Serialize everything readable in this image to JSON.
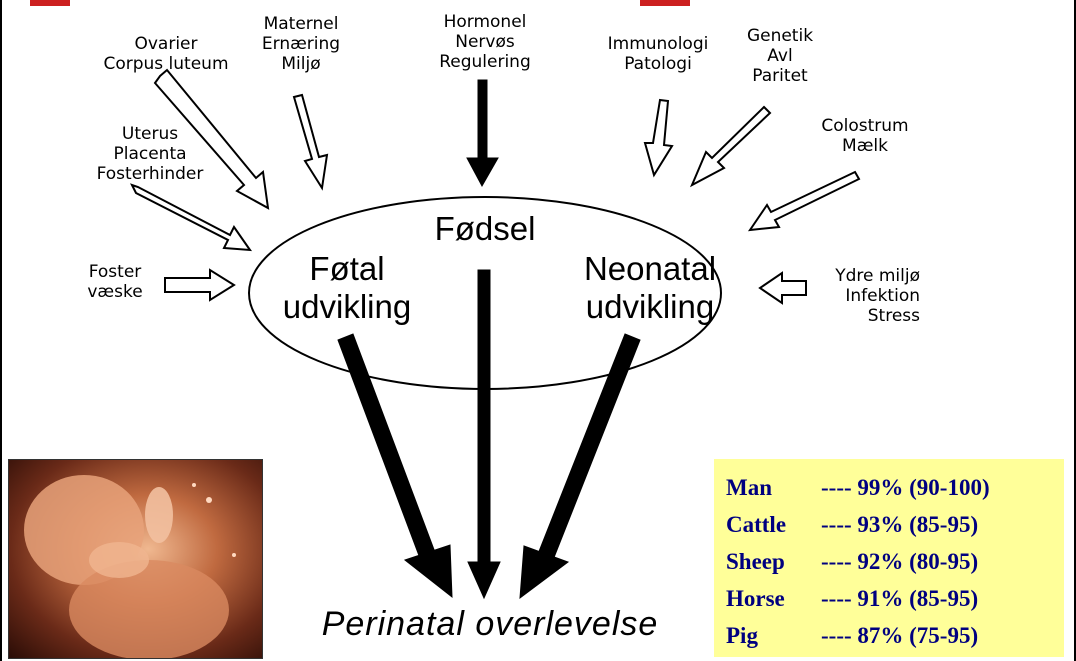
{
  "diagram": {
    "inputs": {
      "ovarier": "Ovarier\nCorpus luteum",
      "maternel": "Maternel\nErnæring\nMiljø",
      "hormonel": "Hormonel\nNervøs\nRegulering",
      "immunologi": "Immunologi\nPatologi",
      "genetik": "Genetik\nAvl\nParitet",
      "colostrum": "Colostrum\nMælk",
      "uterus": "Uterus\nPlacenta\nFosterhinder",
      "foster": "Foster\nvæske",
      "ydre": "Ydre miljø\nInfektion\nStress"
    },
    "center": {
      "fodsel": "Fødsel",
      "fotal": "Føtal\nudvikling",
      "neonatal": "Neonatal\nudvikling"
    },
    "outcome": "Perinatal overlevelse"
  },
  "survival_table": [
    {
      "species": "Man",
      "value": "---- 99% (90-100)"
    },
    {
      "species": "Cattle",
      "value": "---- 93% (85-95)"
    },
    {
      "species": "Sheep",
      "value": "---- 92% (80-95)"
    },
    {
      "species": "Horse",
      "value": "---- 91% (85-95)"
    },
    {
      "species": "Pig",
      "value": "---- 87% (75-95)"
    }
  ],
  "colors": {
    "table_bg": "#ffff99",
    "table_text": "#000080",
    "title_red": "#cc2020"
  }
}
